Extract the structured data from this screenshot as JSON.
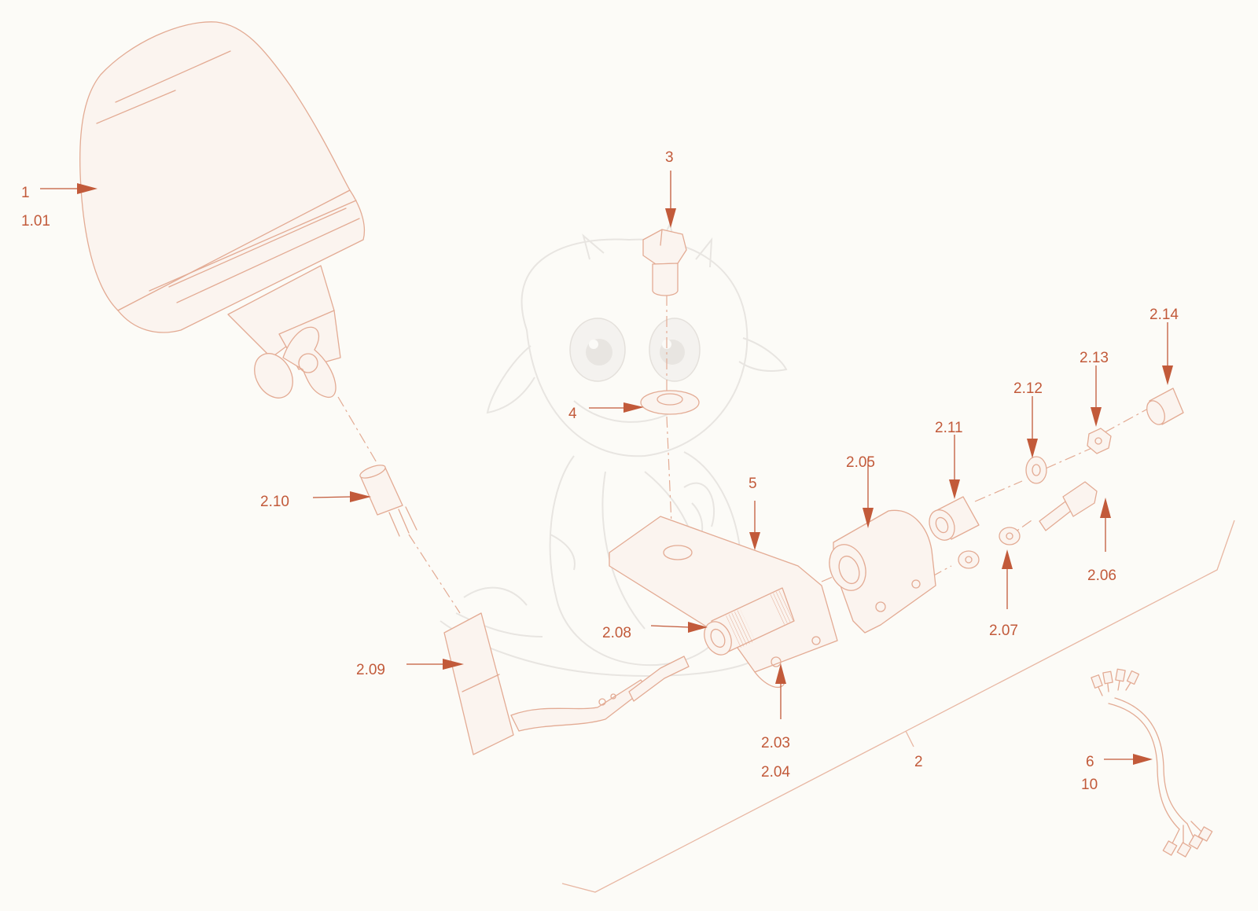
{
  "colors": {
    "background": "#fcfbf7",
    "label": "#c25a3a",
    "part_line": "#e3ab94",
    "watermark": "#e6e3df"
  },
  "labels": {
    "l1": "1",
    "l101": "1.01",
    "l3": "3",
    "l4": "4",
    "l5": "5",
    "l205": "2.05",
    "l211": "2.11",
    "l212": "2.12",
    "l213": "2.13",
    "l214": "2.14",
    "l206": "2.06",
    "l207": "2.07",
    "l208": "2.08",
    "l209": "2.09",
    "l210": "2.10",
    "l203": "2.03",
    "l204": "2.04",
    "l2": "2",
    "l6": "6",
    "l10": "10"
  },
  "watermark": {
    "icon": "baby-dragon-watermark"
  }
}
